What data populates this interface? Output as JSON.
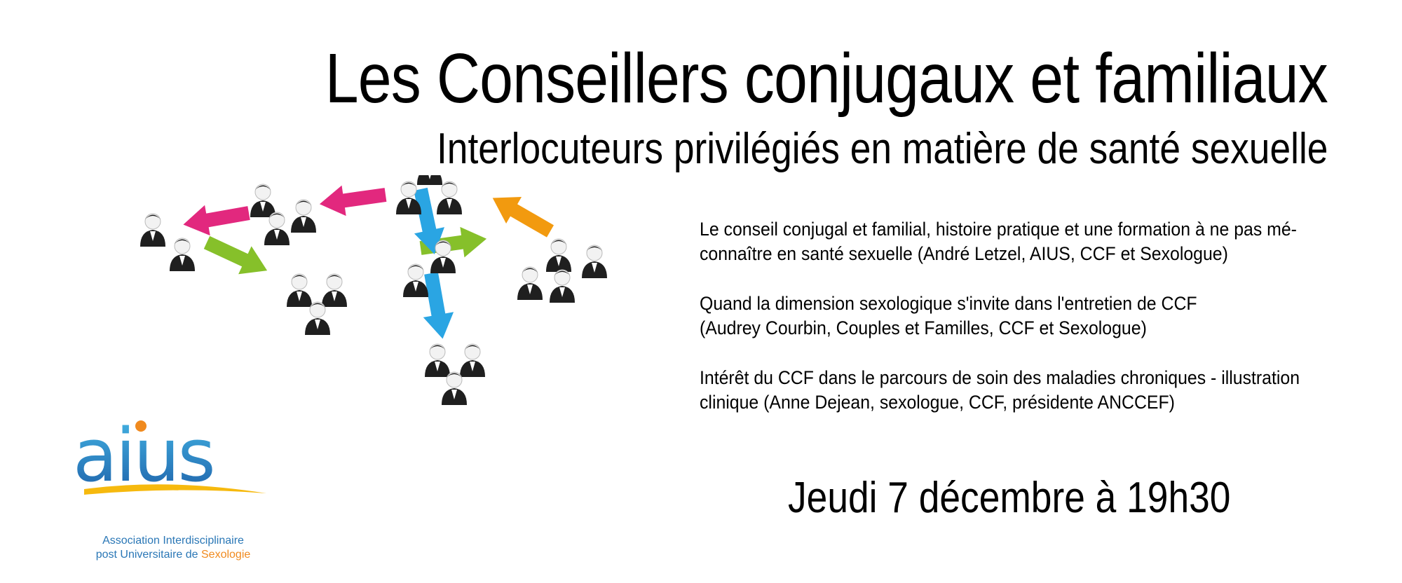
{
  "header": {
    "title": "Les Conseillers conjugaux et familiaux",
    "subtitle": "Interlocuteurs privilégiés en matière de santé sexuelle"
  },
  "talks": [
    {
      "lines": [
        "Le conseil conjugal et familial, histoire pratique et une formation à ne pas mé-",
        "connaître en santé sexuelle (André Letzel, AIUS, CCF et Sexologue)"
      ]
    },
    {
      "lines": [
        "Quand la dimension sexologique s'invite dans l'entretien de CCF",
        "(Audrey Courbin, Couples et Familles, CCF et Sexologue)"
      ]
    },
    {
      "lines": [
        "Intérêt du CCF dans le parcours de soin des maladies chroniques - illustration",
        "clinique (Anne Dejean, sexologue, CCF, présidente ANCCEF)"
      ]
    }
  ],
  "event": {
    "date": "Jeudi 7 décembre à 19h30"
  },
  "logo": {
    "text": "aius",
    "caption_line1": "Association Interdisciplinaire",
    "caption_line2_prefix": "post Universitaire de ",
    "caption_line2_highlight": "Sexologie"
  },
  "colors": {
    "pink_arrow": "#e2287e",
    "green_arrow": "#86c02a",
    "blue_arrow": "#2aa5e3",
    "orange_arrow": "#f29a0f",
    "logo_blue": "#2a77b6",
    "logo_orange": "#f08a1e",
    "logo_yellow": "#f6b90e"
  },
  "illustration": {
    "icon": "people-network-icon"
  }
}
